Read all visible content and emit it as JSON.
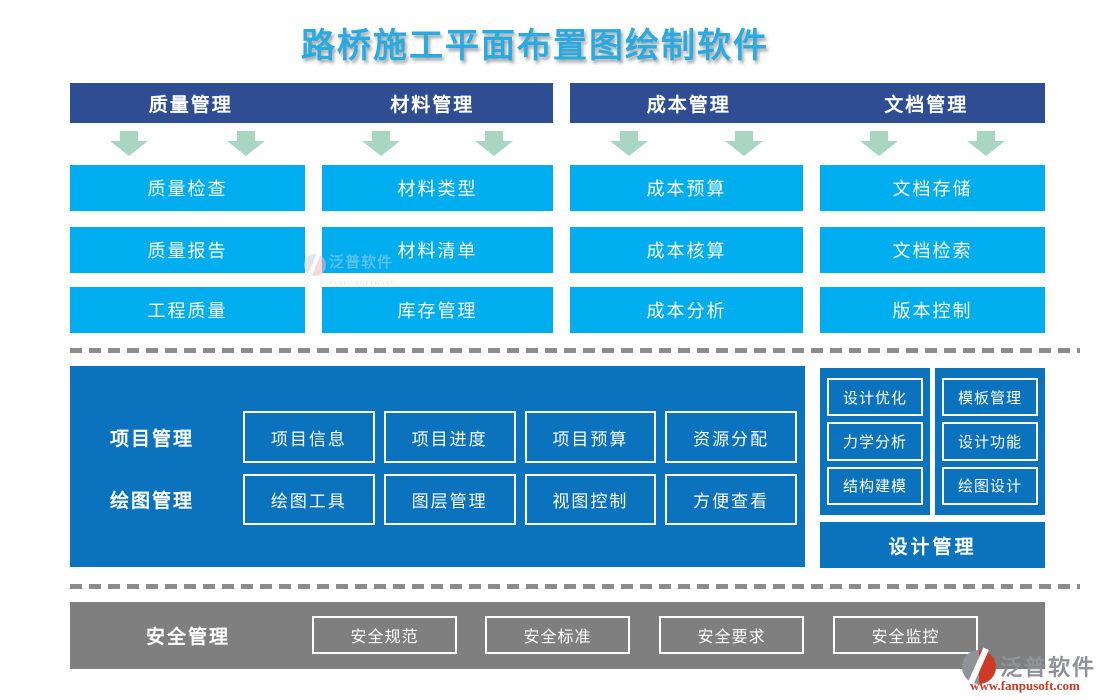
{
  "title": "路桥施工平面布置图绘制软件",
  "colors": {
    "title_blue": "#29ABE2",
    "header_navy": "#2E4D92",
    "cell_cyan": "#00ADEF",
    "panel_blue": "#0B72BD",
    "bar_gray": "#7F7F7F",
    "arrow_green": "#A9D6C3",
    "logo_red": "#CF3A27",
    "logo_gray": "#8F9296"
  },
  "icons": {
    "down_arrow": "⬇",
    "logo_mark": "◐"
  },
  "top": {
    "columns": [
      {
        "header": "质量管理",
        "items": [
          "质量检查",
          "质量报告",
          "工程质量"
        ]
      },
      {
        "header": "材料管理",
        "items": [
          "材料类型",
          "材料清单",
          "库存管理"
        ]
      },
      {
        "header": "成本管理",
        "items": [
          "成本预算",
          "成本核算",
          "成本分析"
        ]
      },
      {
        "header": "文档管理",
        "items": [
          "文档存储",
          "文档检索",
          "版本控制"
        ]
      }
    ]
  },
  "middle": {
    "rows": [
      {
        "label": "项目管理",
        "items": [
          "项目信息",
          "项目进度",
          "项目预算",
          "资源分配"
        ]
      },
      {
        "label": "绘图管理",
        "items": [
          "绘图工具",
          "图层管理",
          "视图控制",
          "方便查看"
        ]
      }
    ],
    "design": {
      "col1": [
        "设计优化",
        "力学分析",
        "结构建模"
      ],
      "col2": [
        "模板管理",
        "设计功能",
        "绘图设计"
      ],
      "footer": "设计管理"
    }
  },
  "bottom": {
    "label": "安全管理",
    "items": [
      "安全规范",
      "安全标准",
      "安全要求",
      "安全监控"
    ]
  },
  "watermark": {
    "brand": "泛普软件",
    "sub": "FANPU SOFTWARE"
  },
  "logo": {
    "brand": "泛普软件",
    "url": "www.fanpusoft.com"
  }
}
